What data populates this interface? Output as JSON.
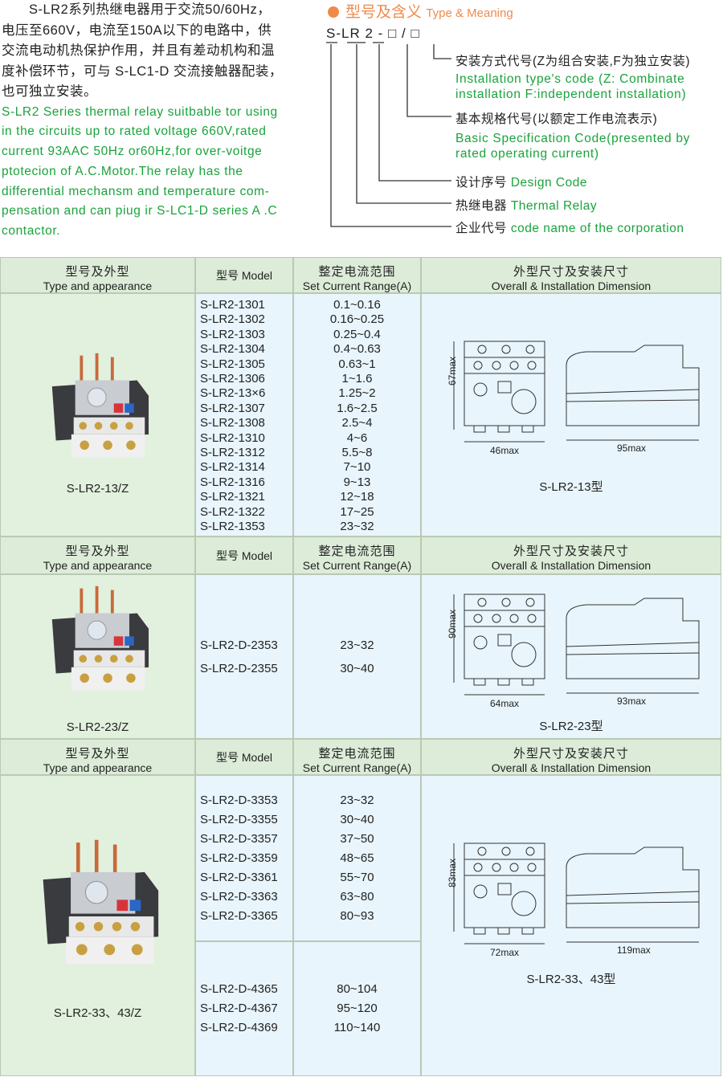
{
  "intro": {
    "cn_lines": [
      "　　S-LR2系列热继电器用于交流50/60Hz，",
      "电压至660V，电流至150A以下的电路中，供",
      "交流电动机热保护作用，并且有差动机构和温",
      "度补偿环节，可与 S-LC1-D 交流接触器配装，",
      "也可独立安装。"
    ],
    "en_lines": [
      "S-LR2 Series thermal relay suitbable tor using",
      "in the circuits up to rated voltage 660V,rated",
      "current 93AAC 50Hz or60Hz,for over-voitge",
      "ptotecion of A.C.Motor.The relay has the",
      "differential mechansm and temperature com-",
      "pensation and can piug ir S-LC1-D series A .C",
      "contactor."
    ]
  },
  "type_meaning": {
    "title_cn": "型号及含义",
    "title_en": "Type & Meaning",
    "code": "S-LR 2 - □ / □",
    "items": [
      {
        "cn": "安装方式代号(Z为组合安装,F为独立安装)",
        "en": "Installation type's code (Z: Combinate",
        "en2": "installation F:independent installation)"
      },
      {
        "cn": "基本规格代号(以额定工作电流表示)",
        "en": "Basic Specification Code(presented by",
        "en2": "rated operating current)"
      },
      {
        "cn": "设计序号",
        "en": "Design Code"
      },
      {
        "cn": "热继电器",
        "en": "Thermal Relay"
      },
      {
        "cn": "企业代号",
        "en": "code name of the corporation"
      }
    ]
  },
  "table_headers": {
    "type_cn": "型号及外型",
    "type_en": "Type and appearance",
    "model": "型号 Model",
    "range_cn": "整定电流范围",
    "range_en": "Set Current Range(A)",
    "dim_cn": "外型尺寸及安装尺寸",
    "dim_en": "Overall & Installation Dimension"
  },
  "sections": [
    {
      "caption": "S-LR2-13/Z",
      "drawing_caption": "S-LR2-13型",
      "dims": {
        "height": "67max",
        "width": "46max",
        "depth": "95max"
      },
      "rows": [
        [
          "S-LR2-1301",
          "0.1~0.16"
        ],
        [
          "S-LR2-1302",
          "0.16~0.25"
        ],
        [
          "S-LR2-1303",
          "0.25~0.4"
        ],
        [
          "S-LR2-1304",
          "0.4~0.63"
        ],
        [
          "S-LR2-1305",
          "0.63~1"
        ],
        [
          "S-LR2-1306",
          "1~1.6"
        ],
        [
          "S-LR2-13×6",
          "1.25~2"
        ],
        [
          "S-LR2-1307",
          "1.6~2.5"
        ],
        [
          "S-LR2-1308",
          "2.5~4"
        ],
        [
          "S-LR2-1310",
          "4~6"
        ],
        [
          "S-LR2-1312",
          "5.5~8"
        ],
        [
          "S-LR2-1314",
          "7~10"
        ],
        [
          "S-LR2-1316",
          "9~13"
        ],
        [
          "S-LR2-1321",
          "12~18"
        ],
        [
          "S-LR2-1322",
          "17~25"
        ],
        [
          "S-LR2-1353",
          "23~32"
        ]
      ]
    },
    {
      "caption": "S-LR2-23/Z",
      "drawing_caption": "S-LR2-23型",
      "dims": {
        "height": "90max",
        "width": "64max",
        "depth": "93max"
      },
      "rows": [
        [
          "S-LR2-D-2353",
          "23~32"
        ],
        [
          "S-LR2-D-2355",
          "30~40"
        ]
      ]
    },
    {
      "caption": "S-LR2-33、43/Z",
      "drawing_caption": "S-LR2-33、43型",
      "dims": {
        "height": "83max",
        "width": "72max",
        "depth": "119max"
      },
      "rows": [
        [
          "S-LR2-D-3353",
          "23~32"
        ],
        [
          "S-LR2-D-3355",
          "30~40"
        ],
        [
          "S-LR2-D-3357",
          "37~50"
        ],
        [
          "S-LR2-D-3359",
          "48~65"
        ],
        [
          "S-LR2-D-3361",
          "55~70"
        ],
        [
          "S-LR2-D-3363",
          "63~80"
        ],
        [
          "S-LR2-D-3365",
          "80~93"
        ]
      ],
      "rows2": [
        [
          "S-LR2-D-4365",
          "80~104"
        ],
        [
          "S-LR2-D-4367",
          "95~120"
        ],
        [
          "S-LR2-D-4369",
          "110~140"
        ]
      ]
    }
  ]
}
